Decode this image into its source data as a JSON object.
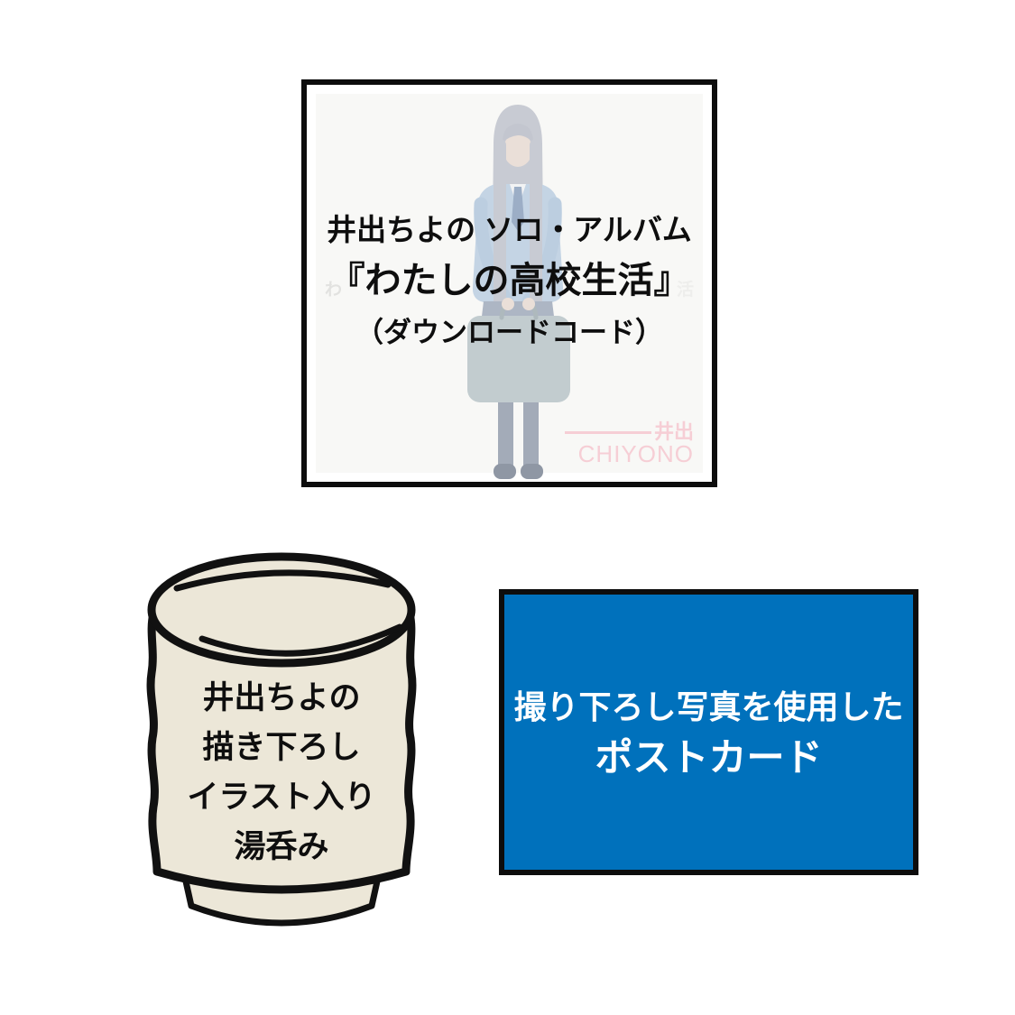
{
  "canvas": {
    "background": "#ffffff"
  },
  "album": {
    "title_line1": "井出ちよの ソロ・アルバム",
    "title_line2": "『わたしの高校生活』",
    "title_line3": "（ダウンロードコード）",
    "watermark_left": "わ",
    "watermark_right": "活",
    "logo_name": "井出",
    "logo_sub": "CHIYONO",
    "colors": {
      "border": "#0d0d0d",
      "photo_background": "#f8f8f6",
      "text": "#0e0e0e",
      "logo_pink": "#f6ced5"
    }
  },
  "teacup": {
    "lines": [
      "井出ちよの",
      "描き下ろし",
      "イラスト入り",
      "湯呑み"
    ],
    "colors": {
      "fill": "#ece7d8",
      "outline": "#111111",
      "text": "#0e0e0e"
    }
  },
  "postcard": {
    "line1": "撮り下ろし写真を使用した",
    "line2": "ポストカード",
    "colors": {
      "background": "#0071bc",
      "border": "#0d0d0d",
      "text": "#ffffff"
    }
  }
}
